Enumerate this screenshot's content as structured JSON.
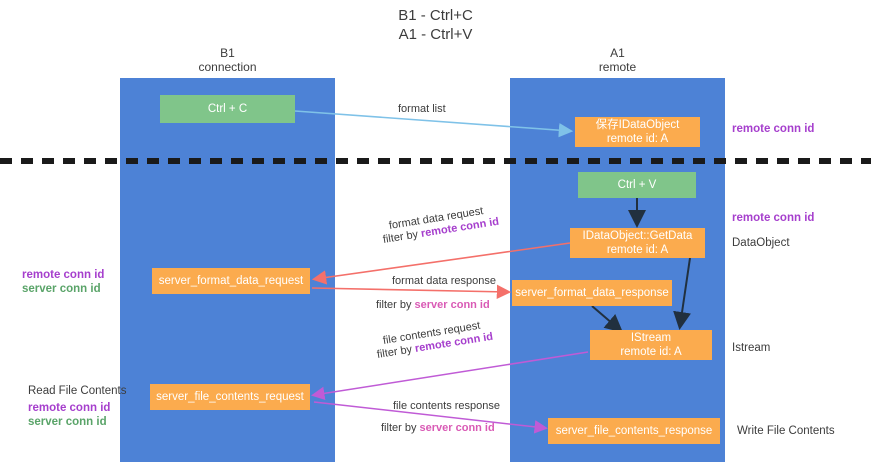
{
  "title": {
    "line1": "B1 - Ctrl+C",
    "line2": "A1 - Ctrl+V"
  },
  "lanes": [
    {
      "id": "b1",
      "name": "B1",
      "role": "connection"
    },
    {
      "id": "a1",
      "name": "A1",
      "role": "remote"
    }
  ],
  "nodes": {
    "ctrl_c": {
      "label": "Ctrl + C",
      "sub": "",
      "color": "#80c58a"
    },
    "save_idataobject": {
      "label": "保存IDataObject",
      "sub": "remote id: A",
      "color": "#fbab4e"
    },
    "ctrl_v": {
      "label": "Ctrl + V",
      "sub": "",
      "color": "#80c58a"
    },
    "getdata": {
      "label": "IDataObject::GetData",
      "sub": "remote id: A",
      "color": "#fbab4e"
    },
    "server_format_data_request": {
      "label": "server_format_data_request",
      "color": "#fbab4e"
    },
    "server_format_data_response": {
      "label": "server_format_data_response",
      "color": "#fbab4e"
    },
    "istream": {
      "label": "IStream",
      "sub": "remote id: A",
      "color": "#fbab4e"
    },
    "server_file_contents_request": {
      "label": "server_file_contents_request",
      "color": "#fbab4e"
    },
    "server_file_contents_response": {
      "label": "server_file_contents_response",
      "color": "#fbab4e"
    }
  },
  "edge_labels": {
    "format_list": "format list",
    "format_data_request": "format data request",
    "format_data_request_filter_prefix": "filter by ",
    "format_data_request_filter_key": "remote conn id",
    "format_data_response": "format data response",
    "format_data_response_filter_prefix": "filter by ",
    "format_data_response_filter_key": "server conn id",
    "file_contents_request": "file contents request",
    "file_contents_request_filter_prefix": "filter by ",
    "file_contents_request_filter_key": "remote conn id",
    "file_contents_response": "file contents response",
    "file_contents_response_filter_prefix": "filter by ",
    "file_contents_response_filter_key": "server conn id"
  },
  "annotations": {
    "right": [
      {
        "text": "remote conn id",
        "style": "purple"
      },
      {
        "text": "remote conn id",
        "style": "purple"
      },
      {
        "text": "DataObject",
        "style": "plain"
      },
      {
        "text": "Istream",
        "style": "plain"
      },
      {
        "text": "Write File Contents",
        "style": "plain"
      }
    ],
    "left": [
      {
        "text": "remote conn id",
        "style": "purple"
      },
      {
        "text": "server conn id",
        "style": "green"
      },
      {
        "text": "Read File Contents",
        "style": "plain"
      },
      {
        "text": "remote conn id",
        "style": "purple"
      },
      {
        "text": "server conn id",
        "style": "green"
      }
    ]
  },
  "colors": {
    "lane": "#4d82d6",
    "green_node": "#80c58a",
    "orange_node": "#fbab4e",
    "purple": "#a63fcd",
    "green_text": "#5aa469",
    "pink": "#d95ab5",
    "red_arrow": "#f4706a",
    "blue_arrow": "#7fc2e8",
    "dark_arrow": "#21303f",
    "divider": "#1a1a1a"
  }
}
